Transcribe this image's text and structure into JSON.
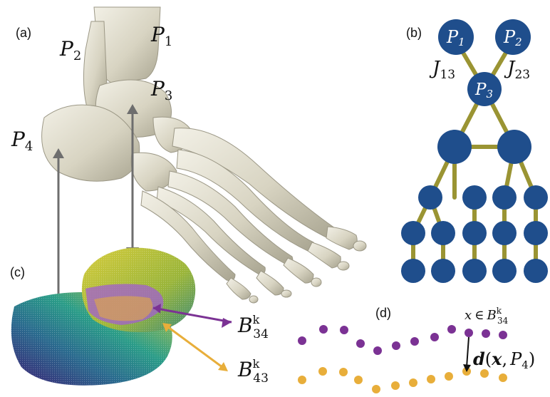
{
  "panels": {
    "a": "(a)",
    "b": "(b)",
    "c": "(c)",
    "d": "(d)"
  },
  "bone_labels": {
    "p1": {
      "letter": "P",
      "sub": "1"
    },
    "p2": {
      "letter": "P",
      "sub": "2"
    },
    "p3": {
      "letter": "P",
      "sub": "3"
    },
    "p4": {
      "letter": "P",
      "sub": "4"
    }
  },
  "graph": {
    "node_p1": {
      "letter": "P",
      "sub": "1"
    },
    "node_p2": {
      "letter": "P",
      "sub": "2"
    },
    "node_p3": {
      "letter": "P",
      "sub": "3"
    },
    "joint_13": {
      "letter": "J",
      "sub": "13"
    },
    "joint_23": {
      "letter": "J",
      "sub": "23"
    },
    "node_color": "#1f4e8c",
    "edge_color": "#9a9433"
  },
  "boundary_labels": {
    "b34": {
      "letter": "B",
      "sup": "k",
      "sub": "34"
    },
    "b43": {
      "letter": "B",
      "sup": "k",
      "sub": "43"
    },
    "purple": "#7b3294",
    "orange": "#e8ae3a"
  },
  "panel_d": {
    "membership": {
      "x": "x",
      "in": "∈",
      "letter": "B",
      "sup": "k",
      "sub": "34"
    },
    "distance": {
      "fn": "d",
      "open": "(",
      "x": "x",
      "comma": ",",
      "p": "P",
      "psub": "4",
      "close": ")"
    }
  },
  "icons": [
    "bone-arrow-icon",
    "graph-edge-icon"
  ]
}
